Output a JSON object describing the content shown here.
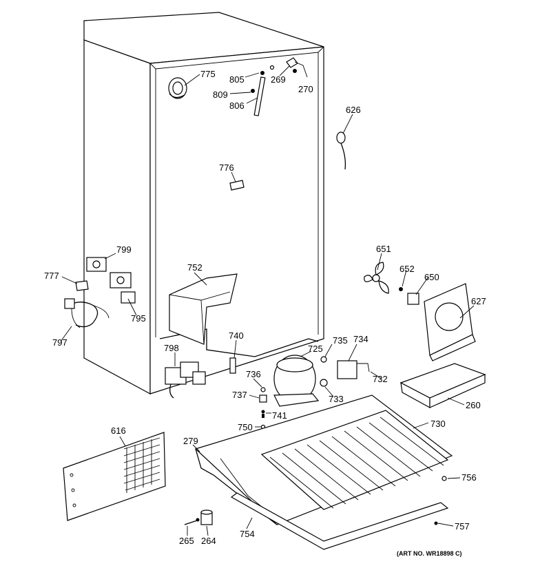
{
  "diagram": {
    "art_number": "(ART NO. WR18898 C)",
    "part_numbers": {
      "p775": "775",
      "p805": "805",
      "p809": "809",
      "p806": "806",
      "p269": "269",
      "p270": "270",
      "p626": "626",
      "p776": "776",
      "p799": "799",
      "p777": "777",
      "p795": "795",
      "p797": "797",
      "p752": "752",
      "p651": "651",
      "p652": "652",
      "p650": "650",
      "p627": "627",
      "p740": "740",
      "p735": "735",
      "p734": "734",
      "p725": "725",
      "p798": "798",
      "p736": "736",
      "p732": "732",
      "p737": "737",
      "p733": "733",
      "p741": "741",
      "p260": "260",
      "p750": "750",
      "p730": "730",
      "p616": "616",
      "p279": "279",
      "p756": "756",
      "p754": "754",
      "p757": "757",
      "p265": "265",
      "p264": "264"
    }
  }
}
